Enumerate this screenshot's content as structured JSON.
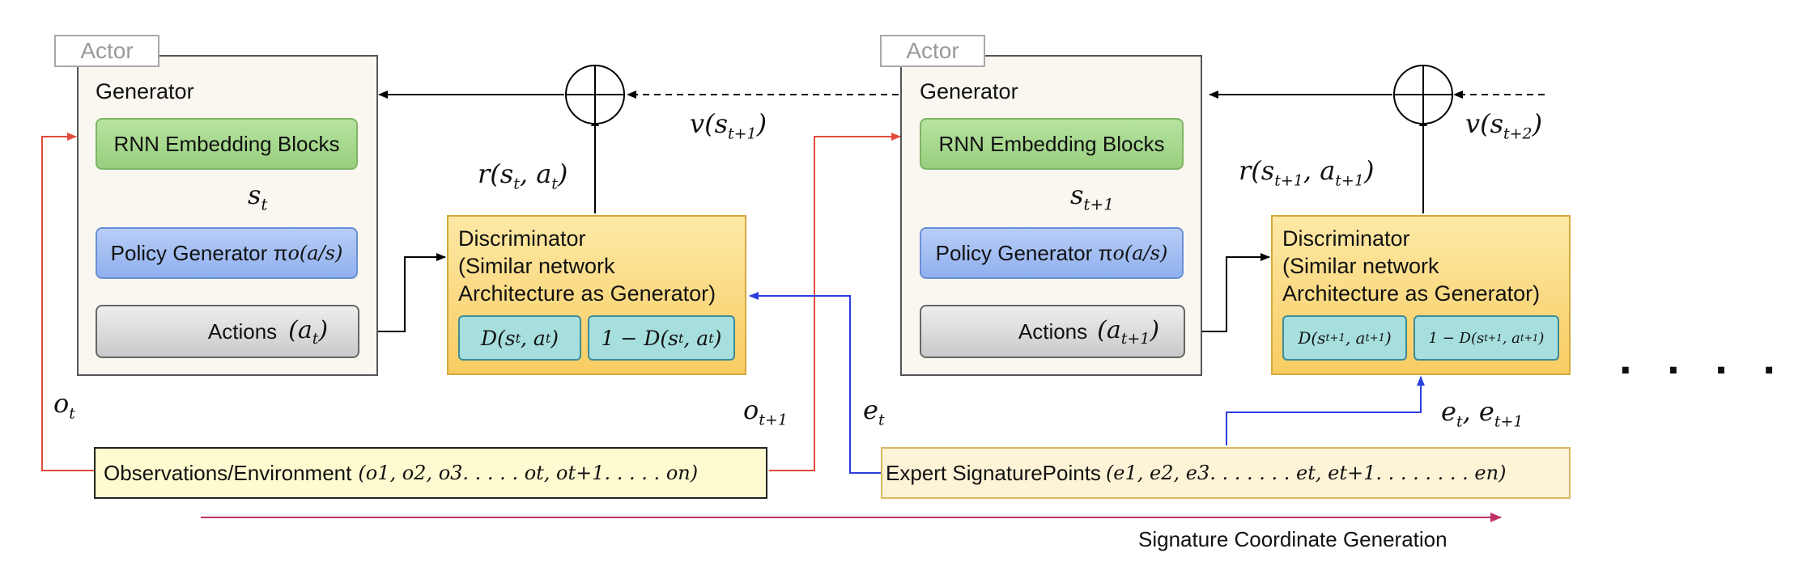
{
  "left": {
    "actor": "Actor",
    "generator": "Generator",
    "rnn": "RNN Embedding Blocks",
    "state": "s",
    "state_sub": "t",
    "policy": "Policy Generator π",
    "policy_math": "o(a/s)",
    "actions": "Actions",
    "actions_math": "(a",
    "actions_sub": "t",
    "reward": "r(s",
    "reward_rest": "t, a",
    "reward_end": "t)",
    "value": "v(s",
    "value_sub": "t+1",
    "disc_line1": "Discriminator",
    "disc_line2": "(Similar network",
    "disc_line3": "Architecture as Generator)",
    "d1": "D(s",
    "d1_rest": "t, a",
    "d1_end": "t)",
    "d2": "1 − D(s",
    "d2_rest": "t, a",
    "d2_end": "t)",
    "obs_label": "o",
    "obs_sub": "t"
  },
  "right": {
    "actor": "Actor",
    "generator": "Generator",
    "rnn": "RNN Embedding Blocks",
    "state": "s",
    "state_sub": "t+1",
    "policy": "Policy Generator π",
    "policy_math": "o(a/s)",
    "actions": "Actions",
    "actions_math": "(a",
    "actions_sub": "t+1",
    "reward": "r(s",
    "reward_rest": "t+1, a",
    "reward_end": "t+1)",
    "value": "v(s",
    "value_sub": "t+2",
    "disc_line1": "Discriminator",
    "disc_line2": "(Similar network",
    "disc_line3": "Architecture as Generator)",
    "d1": "D(s",
    "d1_rest": "t+1, a",
    "d1_end": "t+1)",
    "d2": "1 − D(s",
    "d2_rest": "t+1, a",
    "d2_end": "t+1)",
    "obs_label": "o",
    "obs_sub": "t+1",
    "expert_label": "e",
    "expert_sub": "t",
    "expert_pair": "e",
    "expert_pair_rest": "t, e",
    "expert_pair_sub": "t+1"
  },
  "observations": {
    "label": "Observations/Environment",
    "math": "(o1, o2, o3. . . . . ot, ot+1. . . . . on)"
  },
  "expert": {
    "label": "Expert SignaturePoints",
    "math": "(e1, e2, e3. . . . . . . et, et+1. . . . . . . . en)"
  },
  "ellipsis": ". . . .",
  "bottom_label": "Signature Coordinate Generation",
  "colors": {
    "red_arrow": "#e04b3a",
    "blue_arrow": "#2b3fe0",
    "magenta_arrow": "#c0306a"
  }
}
